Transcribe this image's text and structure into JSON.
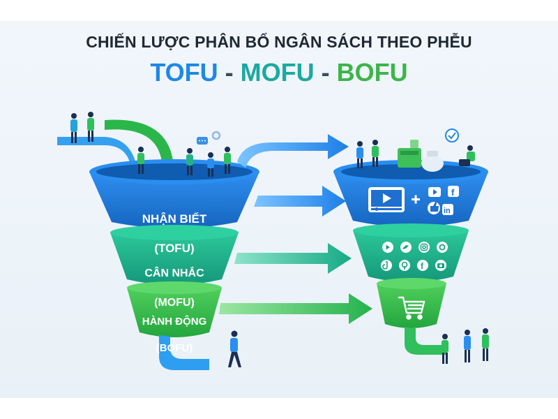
{
  "title": "CHIẾN LƯỢC PHÂN BỔ NGÂN SÁCH THEO PHỄU",
  "subtitle": {
    "tofu": "TOFU",
    "sep1": " - ",
    "mofu": "MOFU",
    "sep2": " - ",
    "bofu": "BOFU"
  },
  "stages": [
    {
      "name": "NHẬN BIẾT",
      "code": "(TOFU)"
    },
    {
      "name": "CÂN NHẮC",
      "code": "(MOFU)"
    },
    {
      "name": "HÀNH ĐỘNG",
      "code": "(BOFU)"
    }
  ],
  "colors": {
    "tofu_blue": "#1e88e5",
    "mofu_teal": "#20b58a",
    "bofu_green": "#3cb54a",
    "title_dark": "#1f2833",
    "arrow_blue": "#1e90ff",
    "arrow_teal": "#1fb48a",
    "arrow_green": "#2dbb5a"
  },
  "icons": {
    "top_right": [
      "video-player-icon",
      "plus-icon",
      "youtube-icon",
      "facebook-icon",
      "like-icon",
      "linkedin-icon"
    ],
    "middle_right": [
      "youtube-icon",
      "twitter-icon",
      "instagram-icon",
      "threads-icon",
      "tiktok-icon",
      "pinterest-icon",
      "facebook-icon",
      "camera-icon"
    ],
    "bottom_right": [
      "shopping-cart-icon"
    ]
  }
}
